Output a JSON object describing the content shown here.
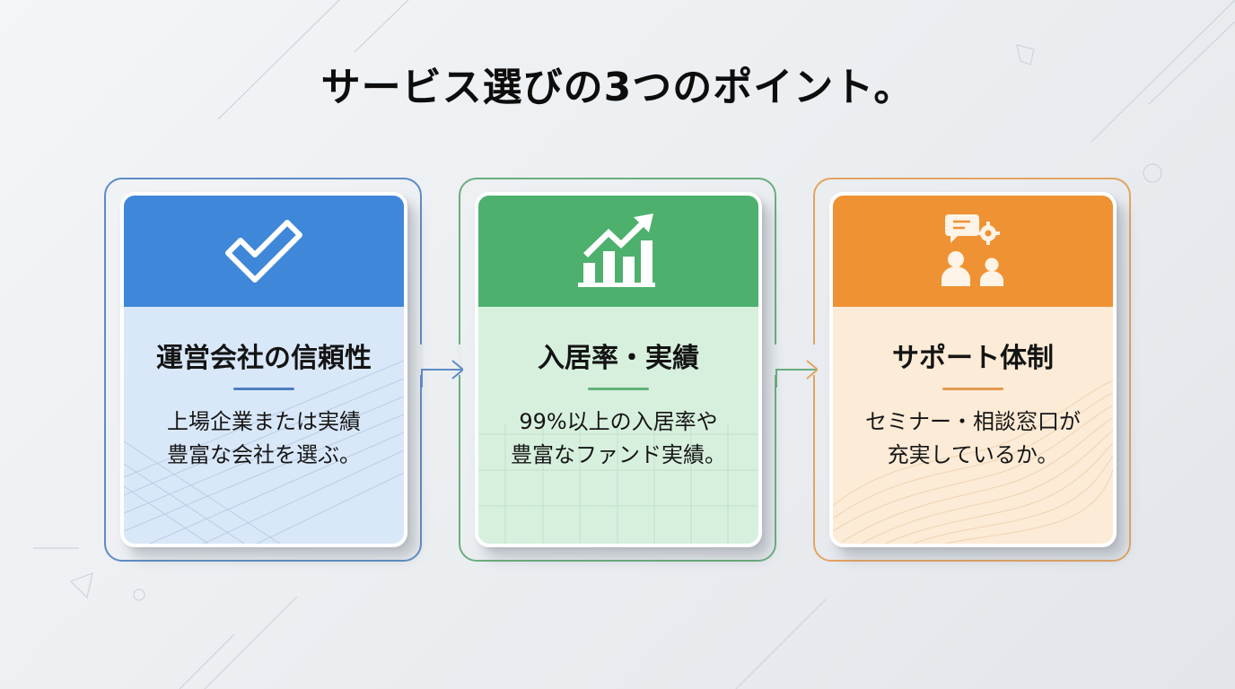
{
  "title": "サービス選びの3つのポイント。",
  "colors": {
    "background": "#eceff2",
    "blue_header": "#3f87d8",
    "blue_body": "#d9e8f9",
    "blue_frame": "#5f8bc6",
    "green_header": "#4db06d",
    "green_body": "#d7f0de",
    "green_frame": "#6aae7e",
    "orange_header": "#ef9233",
    "orange_body": "#fcebd6",
    "orange_frame": "#e4a462"
  },
  "points": [
    {
      "icon": "checkmark-icon",
      "title": "運営会社の信頼性",
      "desc_lines": [
        "上場企業または実績",
        "豊富な会社を選ぶ。"
      ],
      "theme": "blue"
    },
    {
      "icon": "growth-chart-icon",
      "title": "入居率・実績",
      "desc_lines": [
        "99%以上の入居率や",
        "豊富なファンド実績。"
      ],
      "theme": "green"
    },
    {
      "icon": "support-people-icon",
      "title": "サポート体制",
      "desc_lines": [
        "セミナー・相談窓口が",
        "充実しているか。"
      ],
      "theme": "orange"
    }
  ],
  "connectors": [
    {
      "from": 1,
      "to": 2,
      "icon": "arrow-right-icon"
    },
    {
      "from": 2,
      "to": 3,
      "icon": "arrow-right-icon"
    }
  ]
}
